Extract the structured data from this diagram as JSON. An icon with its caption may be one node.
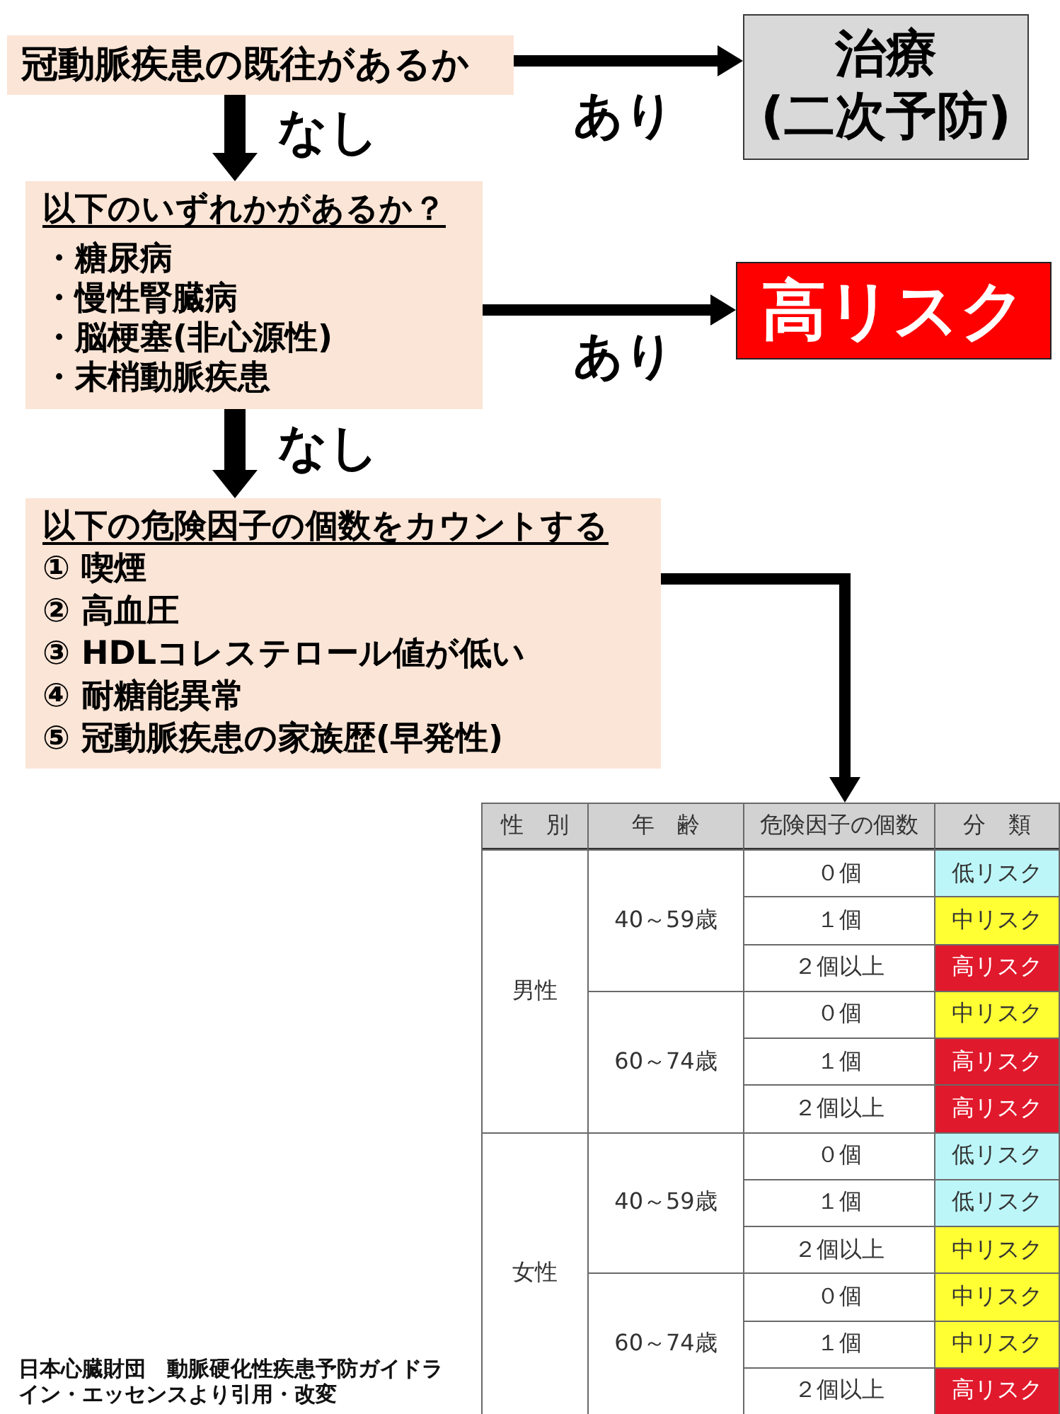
{
  "diagram": {
    "nodes": [
      {
        "text": [
          "冠動脈疾患の既往があるか"
        ]
      },
      {
        "text": [
          "治療",
          "(二次予防)"
        ]
      },
      {
        "text": [
          "以下のいずれかがあるか？",
          "・糖尿病",
          "・慢性腎臓病",
          "・脳梗塞(非心源性)",
          "・末梢動脈疾患"
        ]
      },
      {
        "text": [
          "高リスク"
        ]
      },
      {
        "text": [
          "以下の危険因子の個数をカウントする",
          "① 喫煙",
          "② 高血圧",
          "③ HDLコレステロール値が低い",
          "④ 耐糖能異常",
          "⑤ 冠動脈疾患の家族歴(早発性)"
        ]
      },
      {
        "text": [],
        "shape": "table"
      },
      {
        "text": [
          "性　別"
        ],
        "in": 5
      },
      {
        "text": [
          "年　齢"
        ],
        "in": 5
      },
      {
        "text": [
          "危険因子の個数"
        ],
        "in": 5
      },
      {
        "text": [
          "分　類"
        ],
        "in": 5
      },
      {
        "text": [
          "男性"
        ],
        "in": 5
      },
      {
        "text": [
          "40～59歳"
        ],
        "in": 5
      },
      {
        "text": [
          "０個"
        ],
        "in": 5
      },
      {
        "text": [
          "低リスク"
        ],
        "in": 5
      },
      {
        "text": [
          "１個"
        ],
        "in": 5
      },
      {
        "text": [
          "中リスク"
        ],
        "in": 5
      },
      {
        "text": [
          "２個以上"
        ],
        "in": 5
      },
      {
        "text": [
          "高リスク"
        ],
        "in": 5
      },
      {
        "text": [
          "60～74歳"
        ],
        "in": 5
      },
      {
        "text": [
          "０個"
        ],
        "in": 5
      },
      {
        "text": [
          "中リスク"
        ],
        "in": 5
      },
      {
        "text": [
          "１個"
        ],
        "in": 5
      },
      {
        "text": [
          "高リスク"
        ],
        "in": 5
      },
      {
        "text": [
          "２個以上"
        ],
        "in": 5
      },
      {
        "text": [
          "高リスク"
        ],
        "in": 5
      },
      {
        "text": [
          "女性"
        ],
        "in": 5
      },
      {
        "text": [
          "40～59歳"
        ],
        "in": 5
      },
      {
        "text": [
          "０個"
        ],
        "in": 5
      },
      {
        "text": [
          "低リスク"
        ],
        "in": 5
      },
      {
        "text": [
          "１個"
        ],
        "in": 5
      },
      {
        "text": [
          "低リスク"
        ],
        "in": 5
      },
      {
        "text": [
          "２個以上"
        ],
        "in": 5
      },
      {
        "text": [
          "中リスク"
        ],
        "in": 5
      },
      {
        "text": [
          "60～74歳"
        ],
        "in": 5
      },
      {
        "text": [
          "０個"
        ],
        "in": 5
      },
      {
        "text": [
          "中リスク"
        ],
        "in": 5
      },
      {
        "text": [
          "１個"
        ],
        "in": 5
      },
      {
        "text": [
          "中リスク"
        ],
        "in": 5
      },
      {
        "text": [
          "２個以上"
        ],
        "in": 5
      },
      {
        "text": [
          "高リスク"
        ],
        "in": 5
      }
    ],
    "edges": [
      {
        "from": 0,
        "to": 1,
        "arrow": "to",
        "label": "あり"
      },
      {
        "from": 0,
        "to": 2,
        "arrow": "to",
        "label": "なし",
        "style": "thick"
      },
      {
        "from": 2,
        "to": 3,
        "arrow": "to",
        "label": "あり"
      },
      {
        "from": 2,
        "to": 4,
        "arrow": "to",
        "label": "なし",
        "style": "thick"
      },
      {
        "from": 4,
        "to": 5,
        "arrow": "to"
      }
    ],
    "caption": "日本心臓財団　動脈硬化性疾患予防ガイドライン・エッセンスより引用・改変"
  }
}
